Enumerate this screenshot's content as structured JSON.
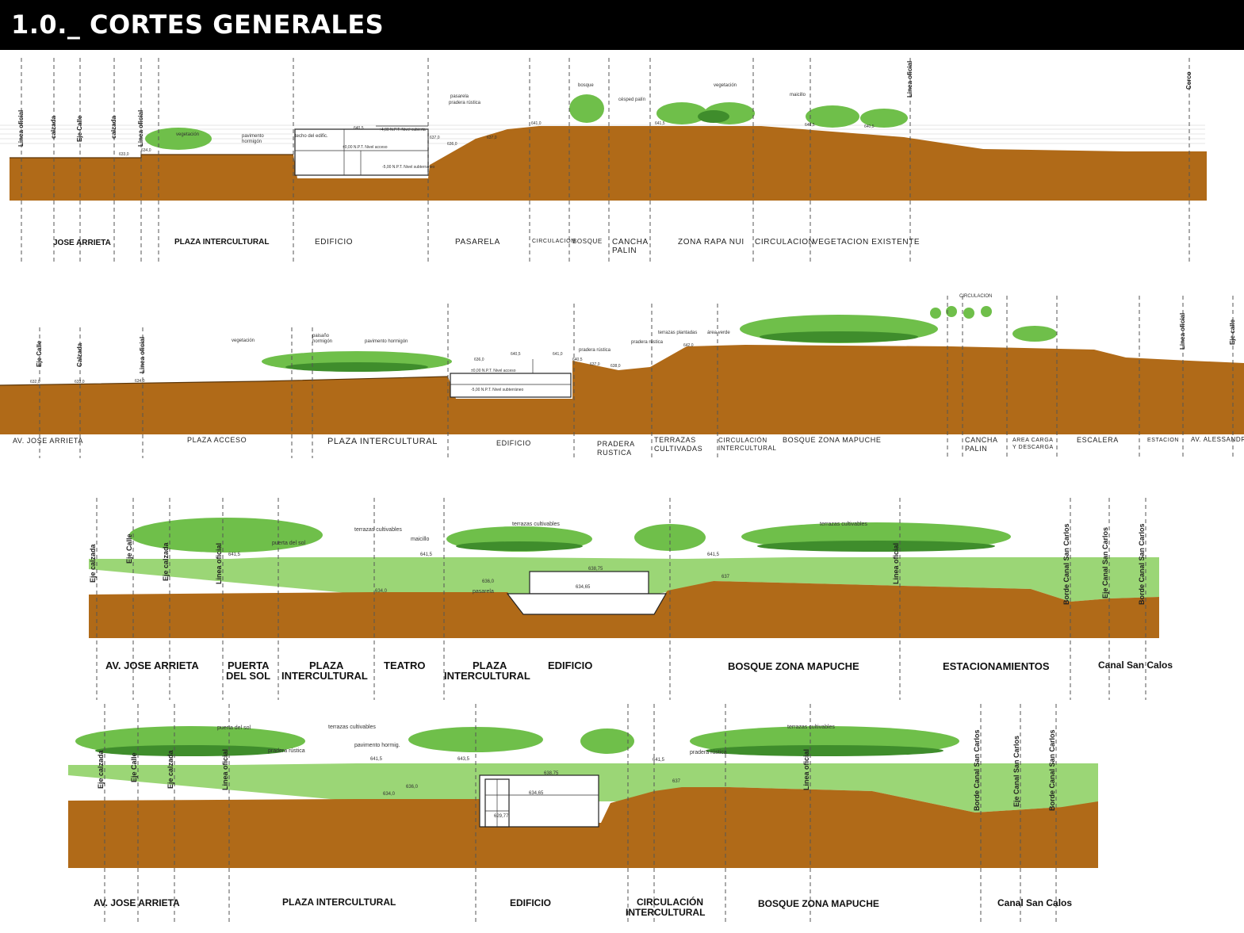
{
  "title": "1.0._ CORTES GENERALES",
  "colors": {
    "ground": "#b06a18",
    "grass": "#9bd676",
    "tree": "#6fbf4a",
    "tree_dark": "#3f8d2c",
    "header": "#000000"
  },
  "section1": {
    "vlabels": [
      "Linea oficial",
      "calzada",
      "Eje Calle",
      "calzada",
      "Linea oficial",
      "Linea oficial",
      "Cerco"
    ],
    "annotations": {
      "vegetacion": "vegetación",
      "pavimento": "pavimento",
      "hormigon": "hormigón",
      "nivel_cubierta": "+4,00 N.P.T. Nivel cubierta",
      "nivel_acceso": "±0,00 N.P.T. Nivel acceso",
      "nivel_subterraneo": "-5,00 N.P.T. Nivel subterraneo",
      "pasarela": "pasarela",
      "pradera": "pradera rústica",
      "bosque": "bosque",
      "cesped_palin": "césped palín",
      "vegetacion2": "vegetación",
      "maicillo": "maicillo",
      "techo": "techo del edific.",
      "e633": "633,0",
      "e634": "634,0",
      "e640": "640,5",
      "e637a": "637,0",
      "e636": "636,0",
      "e637b": "637,0",
      "e641a": "641,0",
      "e641b": "641,5",
      "e640b": "640,5",
      "e640c": "640,5"
    },
    "zones": [
      "JOSE ARRIETA",
      "PLAZA INTERCULTURAL",
      "EDIFICIO",
      "PASARELA",
      "CIRCULACION",
      "BOSQUE",
      "CANCHA",
      "PALIN",
      "ZONA RAPA NUI",
      "CIRCULACION",
      "VEGETACION EXISTENTE"
    ]
  },
  "section2": {
    "vlabels": [
      "Eje Calle",
      "Calzada",
      "Linea oficial",
      "Linea oficial",
      "Eje calle"
    ],
    "annotations": {
      "vegetacion": "vegetación",
      "paisaje": "paisaño",
      "hormigon": "hormigón",
      "pavimento": "pavimento hormigón",
      "pradera": "pradera rústica",
      "pradera2": "pradera rústica",
      "terrazas": "terrazas plantadas",
      "area_verde": "área verde",
      "circulacion": "CIRCULACION",
      "nivel_acceso": "±0,00 N.P.T. Nivel acceso",
      "nivel_sub": "-5,00 N.P.T. Nivel subterráneo",
      "e632": "632,0",
      "e633": "633,0",
      "e634": "634,0",
      "e636": "636,0",
      "e640": "640,5",
      "e637": "637,0",
      "e642": "642,0",
      "e641": "641,0",
      "e640b": "640,5",
      "e638": "638,0"
    },
    "zones": [
      "AV. JOSE ARRIETA",
      "PLAZA ACCESO",
      "PLAZA INTERCULTURAL",
      "EDIFICIO",
      "PRADERA",
      "RUSTICA",
      "TERRAZAS",
      "CULTIVADAS",
      "CIRCULACIÓN",
      "INTERCULTURAL",
      "BOSQUE ZONA MAPUCHE",
      "CANCHA",
      "PALIN",
      "AREA CARGA",
      "Y DESCARGA",
      "ESCALERA",
      "ESTACION",
      "AV. ALESSANDRI"
    ]
  },
  "section3": {
    "vlabels": [
      "Eje calzada",
      "Eje Calle",
      "Eje calzada",
      "Linea oficial",
      "Linea oficial",
      "Borde Canal San Carlos",
      "Eje Canal San Carlos",
      "Borde Canal San Carlos"
    ],
    "annotations": {
      "terrazas": "terrazas cultivables",
      "terrazas2": "terrazas cultivables",
      "terrazas3": "terrazas cultivables",
      "maicillo": "maicillo",
      "puerta": "puerta del sol",
      "pasarela": "pasarela",
      "e641a": "641,5",
      "e641b": "641,5",
      "e641c": "641,5",
      "e634": "634,0",
      "e636": "636,0",
      "e634b": "634,65",
      "e638": "638,75",
      "e637": "637"
    },
    "zones": [
      "AV. JOSE ARRIETA",
      "PUERTA",
      "DEL SOL",
      "PLAZA",
      "INTERCULTURAL",
      "TEATRO",
      "PLAZA",
      "INTERCULTURAL",
      "EDIFICIO",
      "BOSQUE ZONA MAPUCHE",
      "ESTACIONAMIENTOS",
      "Canal San Calos"
    ]
  },
  "section4": {
    "vlabels": [
      "Eje calzada",
      "Eje Calle",
      "Eje calzada",
      "Linea oficial",
      "Linea oficial",
      "Borde Canal San Carlos",
      "Eje Canal San Carlos",
      "Borde Canal San Carlos"
    ],
    "annotations": {
      "puerta": "puerta del sol",
      "terrazas": "terrazas cultivables",
      "terrazas2": "terrazas cultivables",
      "pradera": "pradera rústica",
      "pavimento": "pavimento hormig.",
      "pradera2": "pradera rústica",
      "e641a": "641,5",
      "e643": "643,5",
      "e641b": "641,5",
      "e634": "634,0",
      "e636": "636,0",
      "e638": "638,75",
      "e634b": "634,65",
      "e637": "637",
      "e629": "629,77"
    },
    "zones": [
      "AV. JOSE ARRIETA",
      "PLAZA INTERCULTURAL",
      "EDIFICIO",
      "CIRCULACIÓN",
      "INTERCULTURAL",
      "BOSQUE ZONA MAPUCHE",
      "Canal San Calos"
    ]
  }
}
